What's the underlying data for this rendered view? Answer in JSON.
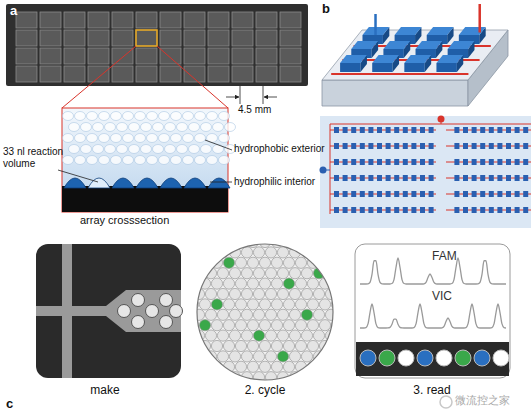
{
  "diagram": {
    "labels": [
      "a",
      "4.5 mm",
      "33 nl reaction volume",
      "hydrophobic exterior",
      "hydrophilic interior",
      "array crosssection",
      "b",
      "c",
      "make",
      "2. cycle",
      "3. read",
      "FAM",
      "VIC",
      "微流控之家"
    ]
  }
}
